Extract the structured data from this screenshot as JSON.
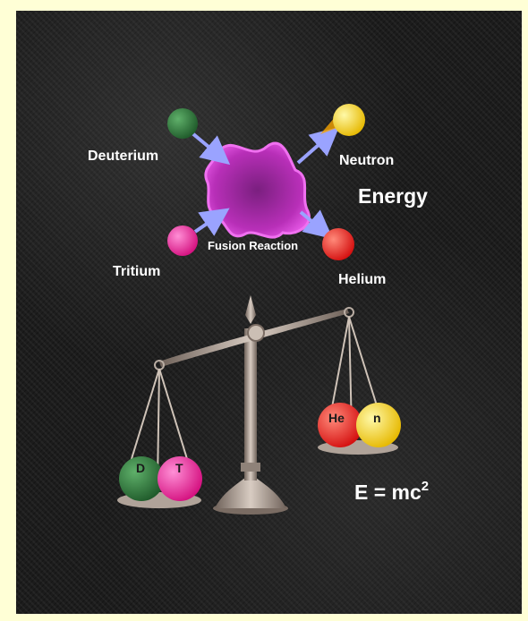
{
  "labels": {
    "deuterium": "Deuterium",
    "neutron": "Neutron",
    "energy": "Energy",
    "tritium": "Tritium",
    "fusion_reaction": "Fusion Reaction",
    "helium": "Helium",
    "equation_base": "E = mc",
    "equation_exponent": "2"
  },
  "balls": {
    "left_1": "D",
    "left_2": "T",
    "right_1": "He",
    "right_2": "n"
  },
  "colors": {
    "deuterium": "#2f7a3a",
    "tritium": "#ff2ea6",
    "neutron": "#f7e21a",
    "helium": "#ff2a2a",
    "reaction": "#c025c0",
    "arrow": "#9aa3ff",
    "metal": "#a89a90"
  }
}
